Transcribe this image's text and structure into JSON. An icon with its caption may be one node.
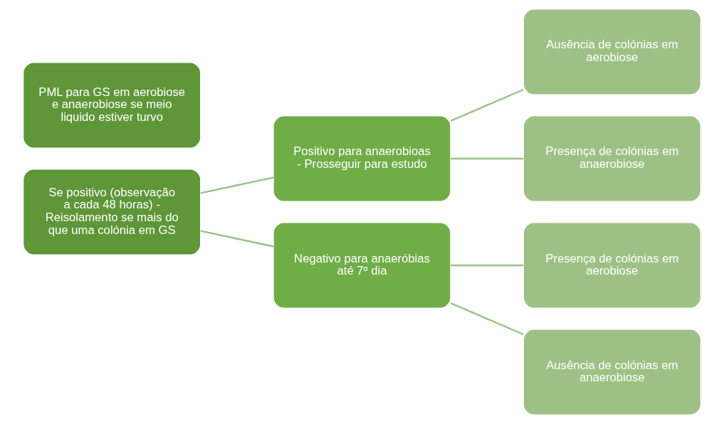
{
  "diagram": {
    "nodes": [
      {
        "text": [
          "PML para GS em aerobiose e anaerobiose se meio liquido estiver turvo"
        ]
      },
      {
        "text": [
          "Se positivo (observação a cada 48 horas) - Reisolamento se mais do que uma colónia em GS"
        ]
      },
      {
        "text": [
          "Positivo para anaerobioas - Prosseguir para estudo"
        ]
      },
      {
        "text": [
          "Negativo para anaeróbias até 7º dia"
        ]
      },
      {
        "text": [
          "Ausência de colónias em aerobiose"
        ]
      },
      {
        "text": [
          "Presença de colónias em anaerobiose"
        ]
      },
      {
        "text": [
          "Presença de colónias em aerobiose"
        ]
      },
      {
        "text": [
          "Ausência de colónias em anaerobiose"
        ]
      }
    ],
    "edges": [
      {
        "from": 1,
        "to": 2,
        "arrow": "none"
      },
      {
        "from": 1,
        "to": 3,
        "arrow": "none"
      },
      {
        "from": 2,
        "to": 4,
        "arrow": "none"
      },
      {
        "from": 2,
        "to": 5,
        "arrow": "none"
      },
      {
        "from": 3,
        "to": 6,
        "arrow": "none"
      },
      {
        "from": 3,
        "to": 7,
        "arrow": "none"
      }
    ]
  }
}
